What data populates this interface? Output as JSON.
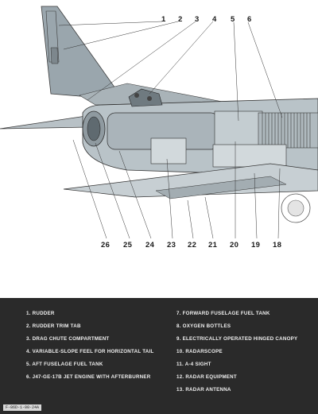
{
  "callouts_top": [
    "1",
    "2",
    "3",
    "4",
    "5",
    "6"
  ],
  "callouts_bottom": [
    "26",
    "25",
    "24",
    "23",
    "22",
    "21",
    "20",
    "19",
    "18"
  ],
  "legend": {
    "left_column": [
      "1.  RUDDER",
      "2.  RUDDER TRIM TAB",
      "3.  DRAG CHUTE COMPARTMENT",
      "4.  VARIABLE-SLOPE FEEL FOR HORIZONTAL TAIL",
      "5.  AFT FUSELAGE FUEL TANK",
      "6.  J47-GE-17B  JET ENGINE WITH AFTERBURNER"
    ],
    "right_column": [
      "7.  FORWARD FUSELAGE FUEL TANK",
      "8.  OXYGEN BOTTLES",
      "9.  ELECTRICALLY OPERATED HINGED CANOPY",
      "10.  RADARSCOPE",
      "11.  A-4 SIGHT",
      "12.  RADAR EQUIPMENT",
      "13.  RADAR ANTENNA"
    ]
  },
  "figure_code": "F-86D-1-00-24A"
}
